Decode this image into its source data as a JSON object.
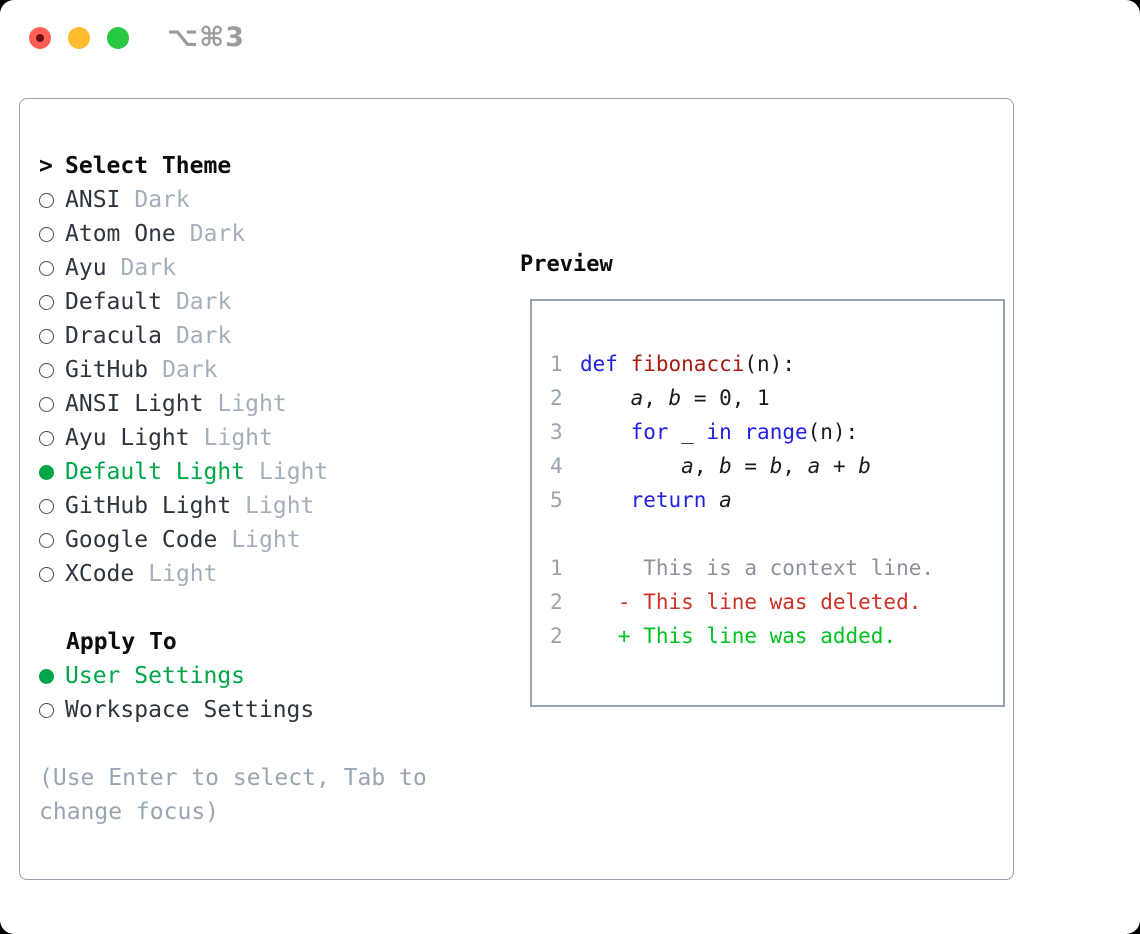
{
  "window": {
    "title": "⌥⌘3",
    "controls": {
      "close": "close",
      "minimize": "minimize",
      "zoom": "zoom"
    }
  },
  "colors": {
    "selection_green": "#00a647",
    "keyword_blue": "#2121df",
    "function_red": "#a61c0f",
    "diff_deleted_red": "#cd3227",
    "diff_added_green": "#00c322",
    "muted_gray": "#9aa5b3",
    "panel_border": "#99a3ae"
  },
  "theme_picker": {
    "cursor": ">",
    "header": "Select Theme",
    "items": [
      {
        "name": "ANSI",
        "variant": "Dark",
        "selected": false
      },
      {
        "name": "Atom One",
        "variant": "Dark",
        "selected": false
      },
      {
        "name": "Ayu",
        "variant": "Dark",
        "selected": false
      },
      {
        "name": "Default",
        "variant": "Dark",
        "selected": false
      },
      {
        "name": "Dracula",
        "variant": "Dark",
        "selected": false
      },
      {
        "name": "GitHub",
        "variant": "Dark",
        "selected": false
      },
      {
        "name": "ANSI Light",
        "variant": "Light",
        "selected": false
      },
      {
        "name": "Ayu Light",
        "variant": "Light",
        "selected": false
      },
      {
        "name": "Default Light",
        "variant": "Light",
        "selected": true
      },
      {
        "name": "GitHub Light",
        "variant": "Light",
        "selected": false
      },
      {
        "name": "Google Code",
        "variant": "Light",
        "selected": false
      },
      {
        "name": "XCode",
        "variant": "Light",
        "selected": false
      }
    ],
    "apply_to": {
      "header": "Apply To",
      "options": [
        {
          "name": "User Settings",
          "selected": true
        },
        {
          "name": "Workspace Settings",
          "selected": false
        }
      ]
    },
    "hint_line1": "(Use Enter to select, Tab to",
    "hint_line2": "change focus)"
  },
  "preview": {
    "header": "Preview",
    "code_lines": [
      {
        "num": "1",
        "segments": [
          {
            "text": "def",
            "style": "keyword"
          },
          {
            "text": " ",
            "style": "plain"
          },
          {
            "text": "fibonacci",
            "style": "function"
          },
          {
            "text": "(n):",
            "style": "plain"
          }
        ]
      },
      {
        "num": "2",
        "segments": [
          {
            "text": "    ",
            "style": "plain"
          },
          {
            "text": "a",
            "style": "var"
          },
          {
            "text": ", ",
            "style": "plain"
          },
          {
            "text": "b",
            "style": "var"
          },
          {
            "text": " = 0, 1",
            "style": "plain"
          }
        ]
      },
      {
        "num": "3",
        "segments": [
          {
            "text": "    ",
            "style": "plain"
          },
          {
            "text": "for",
            "style": "keyword"
          },
          {
            "text": " _ ",
            "style": "plain"
          },
          {
            "text": "in",
            "style": "keyword"
          },
          {
            "text": " ",
            "style": "plain"
          },
          {
            "text": "range",
            "style": "keyword"
          },
          {
            "text": "(n):",
            "style": "plain"
          }
        ]
      },
      {
        "num": "4",
        "segments": [
          {
            "text": "        ",
            "style": "plain"
          },
          {
            "text": "a",
            "style": "var"
          },
          {
            "text": ", ",
            "style": "plain"
          },
          {
            "text": "b",
            "style": "var"
          },
          {
            "text": " = ",
            "style": "plain"
          },
          {
            "text": "b",
            "style": "var"
          },
          {
            "text": ", ",
            "style": "plain"
          },
          {
            "text": "a",
            "style": "var"
          },
          {
            "text": " + ",
            "style": "plain"
          },
          {
            "text": "b",
            "style": "var"
          }
        ]
      },
      {
        "num": "5",
        "segments": [
          {
            "text": "    ",
            "style": "plain"
          },
          {
            "text": "return",
            "style": "keyword"
          },
          {
            "text": " ",
            "style": "plain"
          },
          {
            "text": "a",
            "style": "var"
          }
        ]
      }
    ],
    "diff_lines": [
      {
        "num": "1",
        "kind": "context",
        "text": "     This is a context line."
      },
      {
        "num": "2",
        "kind": "deleted",
        "text": "   - This line was deleted."
      },
      {
        "num": "2",
        "kind": "added",
        "text": "   + This line was added."
      }
    ]
  }
}
